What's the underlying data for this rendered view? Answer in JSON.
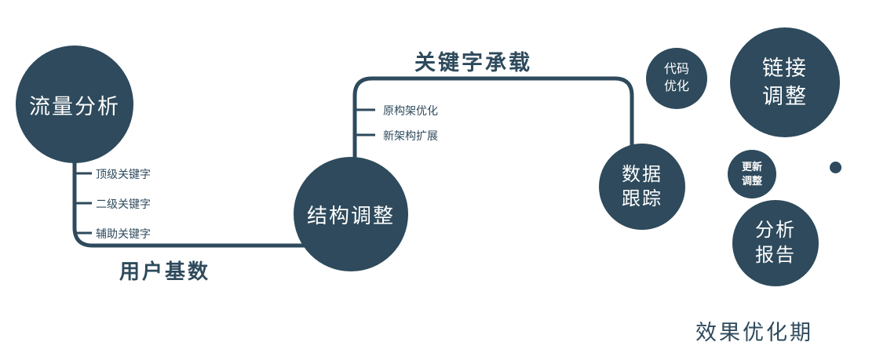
{
  "colors": {
    "primary": "#2e4a5c",
    "background": "#ffffff",
    "node_text": "#ffffff"
  },
  "nodes": {
    "traffic": {
      "label": "流量分析"
    },
    "structure": {
      "label": "结构调整"
    },
    "data_tracking": {
      "line1": "数据",
      "line2": "跟踪"
    },
    "code_opt": {
      "line1": "代码",
      "line2": "优化"
    },
    "link_adjust": {
      "line1": "链接",
      "line2": "调整"
    },
    "update_adjust": {
      "line1": "更新",
      "line2": "调整"
    },
    "analysis_report": {
      "line1": "分析",
      "line2": "报告"
    }
  },
  "edge_labels": {
    "user_base": "用户基数",
    "keyword_carry": "关键字承载"
  },
  "branches": {
    "traffic": [
      "顶级关键字",
      "二级关键字",
      "辅助关键字"
    ],
    "structure": [
      "原构架优化",
      "新架构扩展"
    ]
  },
  "footer": "效果优化期"
}
